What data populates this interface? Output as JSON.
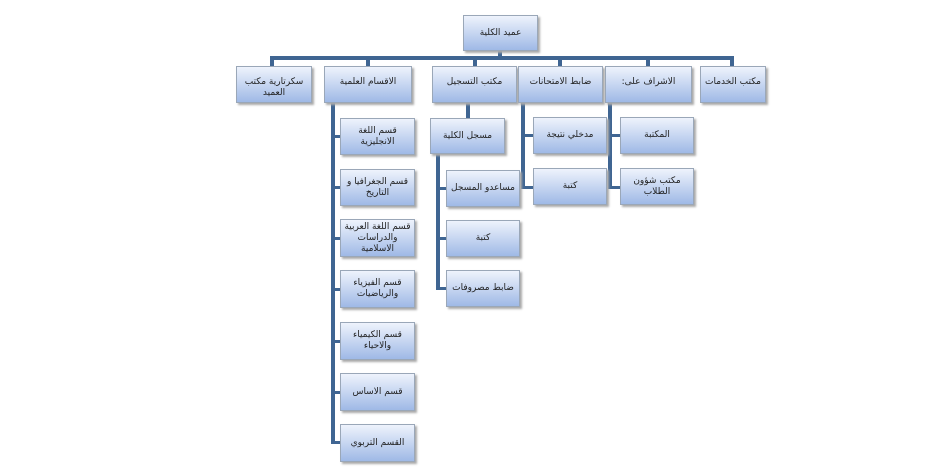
{
  "dean": "عميد الكلية",
  "top": [
    {
      "label": "سكرتارية مكتب العميد"
    },
    {
      "label": "الاقسام العلمية"
    },
    {
      "label": "مكتب التسجيل"
    },
    {
      "label": "ضابط الامتحانات"
    },
    {
      "label": "الاشراف على:"
    },
    {
      "label": "مكتب الخدمات"
    }
  ],
  "departments": [
    "قسم اللغة الانجليزية",
    "قسم الجغرافيا و التاريخ",
    "قسم اللغة العربية والدراسات الاسلامية",
    "قسم الفيزياء والرياضيات",
    "قسم الكيمياء والاحياء",
    "قسم الاساس",
    "القسم التربوي"
  ],
  "registration": {
    "registrar": "مسجل الكلية",
    "children": [
      "مساعدو المسجل",
      "كتبة",
      "ضابط مصروفات"
    ]
  },
  "exams": [
    "مدخلي نتيجة",
    "كتبة"
  ],
  "supervision": [
    "المكتبة",
    "مكتب شؤون الطلاب"
  ]
}
